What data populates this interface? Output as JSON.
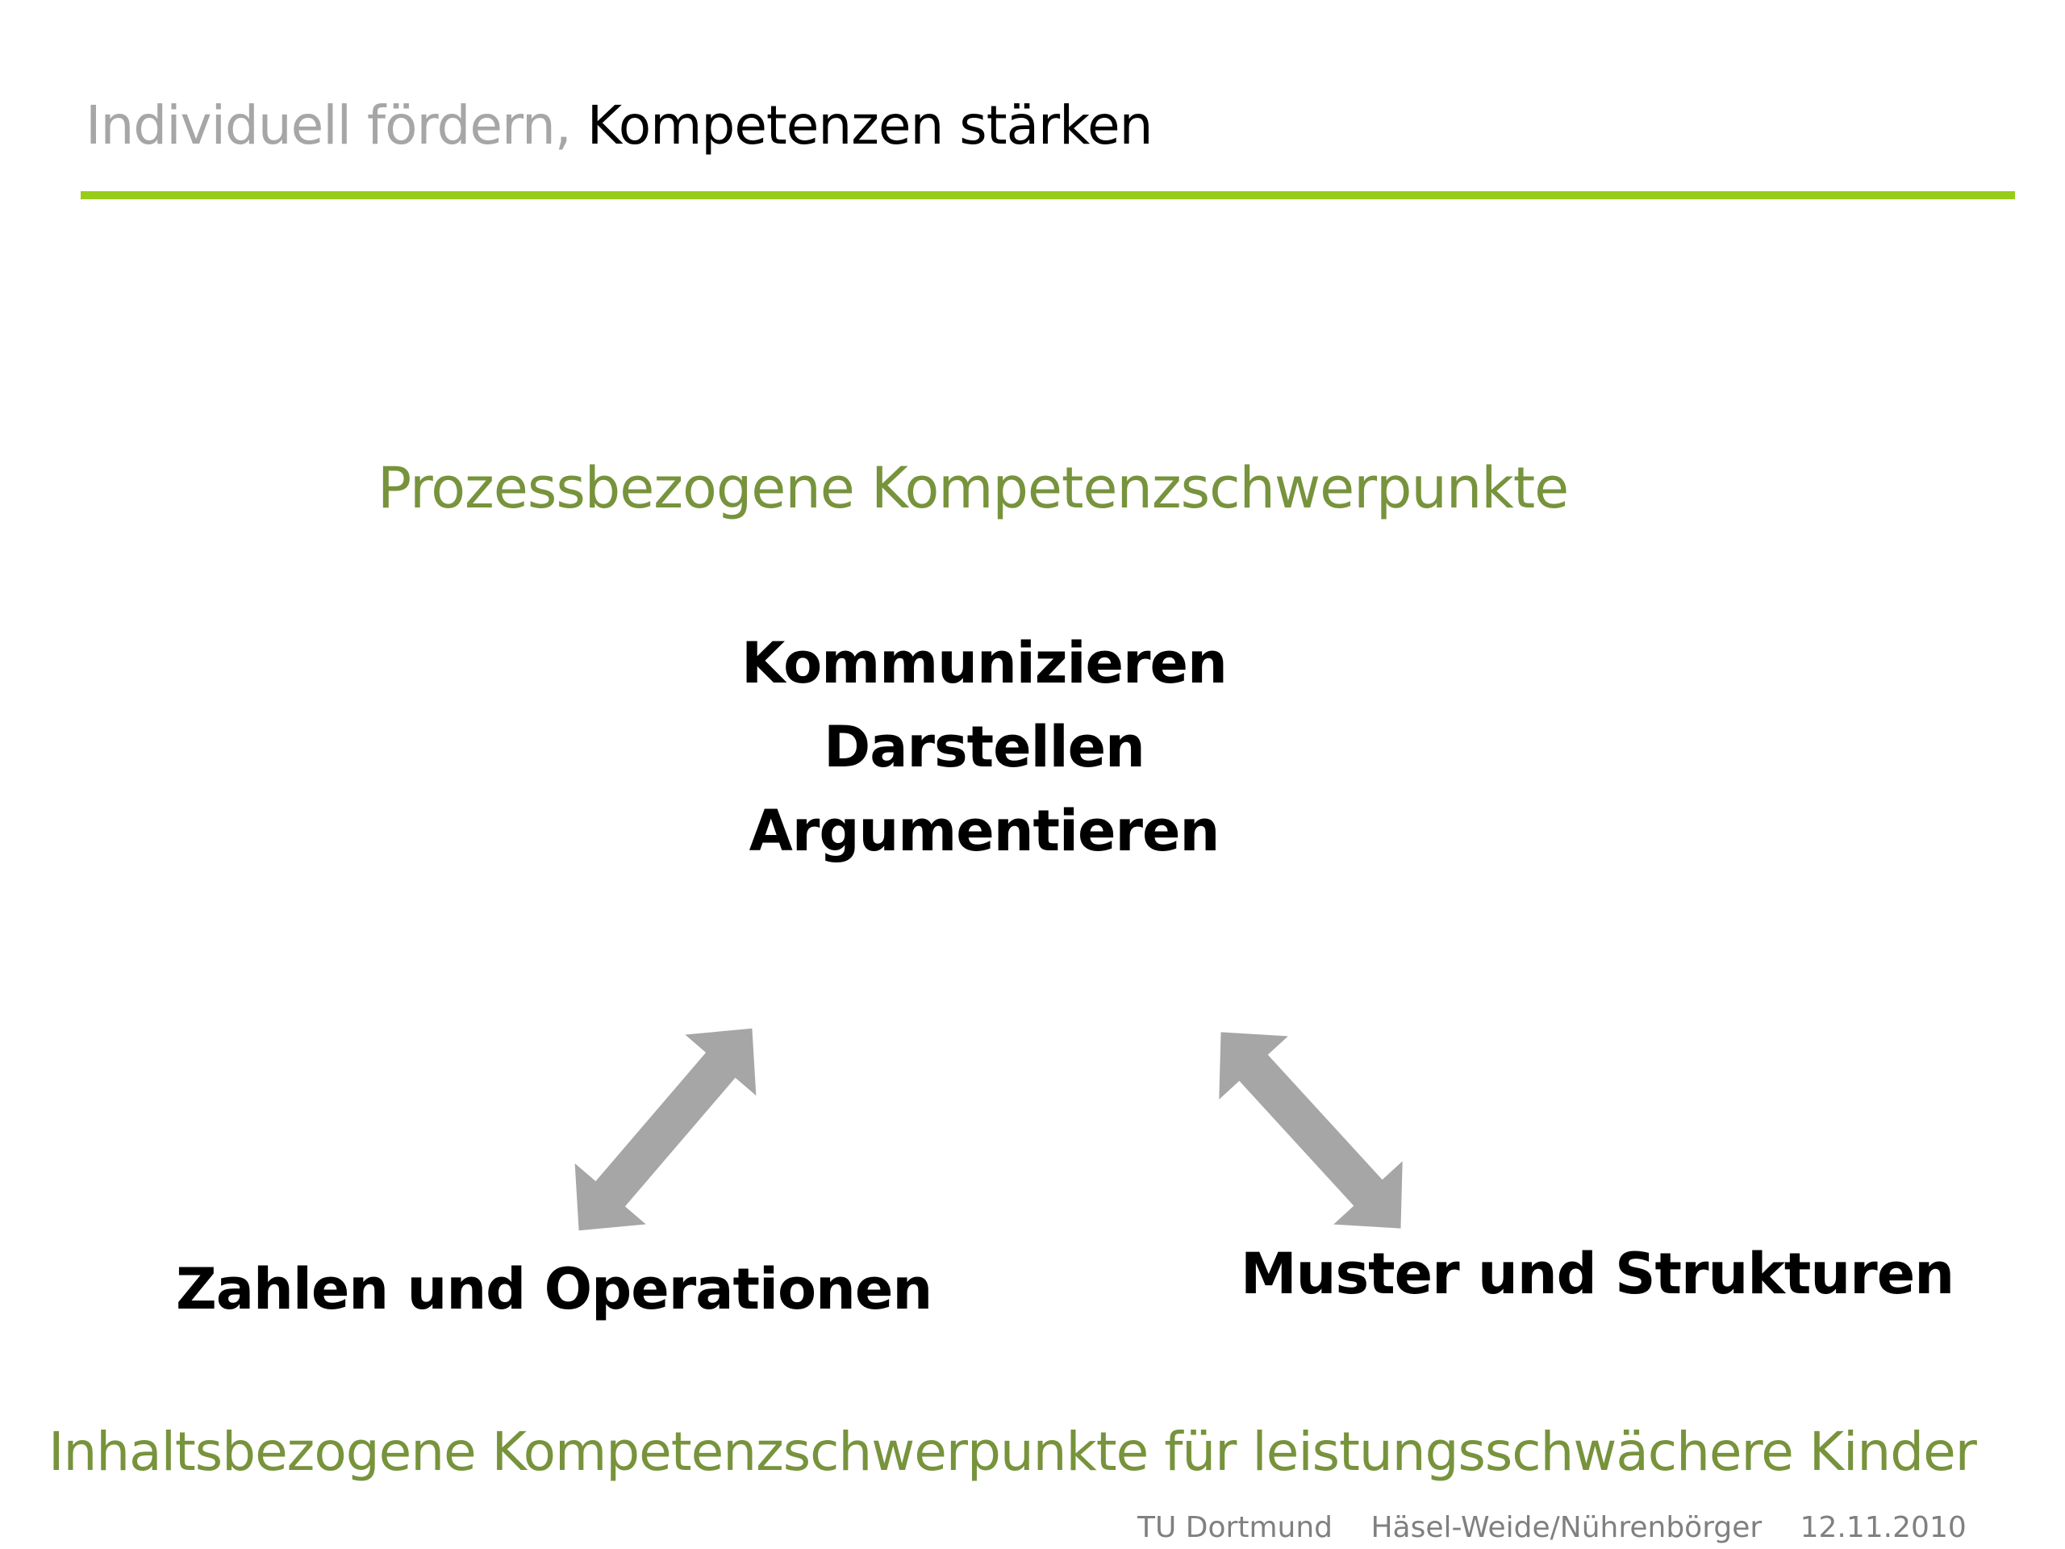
{
  "header": {
    "title_part1": "Individuell fördern,",
    "title_part2": "Kompetenzen stärken",
    "rule_color": "#99cc1a"
  },
  "diagram": {
    "process_heading": "Prozessbezogene Kompetenzschwerpunkte",
    "process_items": [
      "Kommunizieren",
      "Darstellen",
      "Argumentieren"
    ],
    "content_left": "Zahlen und Operationen",
    "content_right": "Muster und Strukturen",
    "content_heading": "Inhaltsbezogene Kompetenzschwerpunkte für leistungsschwächere Kinder",
    "heading_color": "#77933c",
    "arrow_color": "#a6a6a6",
    "arrows": [
      {
        "name": "double-arrow-left",
        "from": "Zahlen und Operationen",
        "to": "Prozessbezogene Kompetenzschwerpunkte"
      },
      {
        "name": "double-arrow-right",
        "from": "Muster und Strukturen",
        "to": "Prozessbezogene Kompetenzschwerpunkte"
      }
    ]
  },
  "footer": {
    "institution": "TU Dortmund",
    "authors": "Häsel-Weide/Nührenbörger",
    "date": "12.11.2010"
  }
}
